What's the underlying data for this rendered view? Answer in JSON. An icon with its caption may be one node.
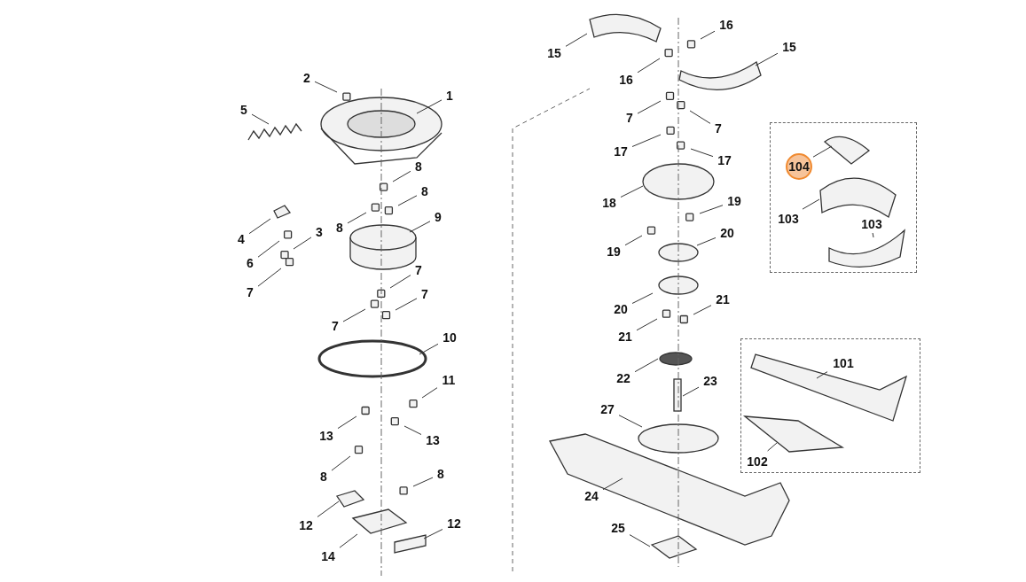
{
  "diagram": {
    "nodes": [
      {
        "text": [
          "1"
        ]
      },
      {
        "text": [
          "2"
        ]
      },
      {
        "text": [
          "5"
        ]
      },
      {
        "text": [
          "8"
        ]
      },
      {
        "text": [
          "8"
        ]
      },
      {
        "text": [
          "9"
        ]
      },
      {
        "text": [
          "8"
        ]
      },
      {
        "text": [
          "4"
        ]
      },
      {
        "text": [
          "3"
        ]
      },
      {
        "text": [
          "6"
        ]
      },
      {
        "text": [
          "7"
        ]
      },
      {
        "text": [
          "7"
        ]
      },
      {
        "text": [
          "7"
        ]
      },
      {
        "text": [
          "7"
        ]
      },
      {
        "text": [
          "10"
        ]
      },
      {
        "text": [
          "11"
        ]
      },
      {
        "text": [
          "13"
        ]
      },
      {
        "text": [
          "13"
        ]
      },
      {
        "text": [
          "8"
        ]
      },
      {
        "text": [
          "8"
        ]
      },
      {
        "text": [
          "12"
        ]
      },
      {
        "text": [
          "14"
        ]
      },
      {
        "text": [
          "12"
        ]
      },
      {
        "text": [
          "15"
        ]
      },
      {
        "text": [
          "16"
        ]
      },
      {
        "text": [
          "16"
        ]
      },
      {
        "text": [
          "15"
        ]
      },
      {
        "text": [
          "7"
        ]
      },
      {
        "text": [
          "7"
        ]
      },
      {
        "text": [
          "17"
        ]
      },
      {
        "text": [
          "17"
        ]
      },
      {
        "text": [
          "18"
        ]
      },
      {
        "text": [
          "19"
        ]
      },
      {
        "text": [
          "19"
        ]
      },
      {
        "text": [
          "20"
        ]
      },
      {
        "text": [
          "20"
        ]
      },
      {
        "text": [
          "21"
        ]
      },
      {
        "text": [
          "21"
        ]
      },
      {
        "text": [
          "22"
        ]
      },
      {
        "text": [
          "23"
        ]
      },
      {
        "text": [
          "27"
        ]
      },
      {
        "text": [
          "24"
        ]
      },
      {
        "text": [
          "25"
        ]
      },
      {
        "text": [],
        "shape": "box"
      },
      {
        "text": [
          "104"
        ],
        "in": 43
      },
      {
        "text": [
          "103"
        ],
        "in": 43
      },
      {
        "text": [
          "103"
        ],
        "in": 43
      },
      {
        "text": [],
        "shape": "box"
      },
      {
        "text": [
          "101"
        ],
        "in": 47
      },
      {
        "text": [
          "102"
        ],
        "in": 47
      }
    ],
    "edges": [
      {
        "from": 0,
        "to": null,
        "arrow": "none"
      },
      {
        "from": 1,
        "to": null,
        "arrow": "none"
      },
      {
        "from": 2,
        "to": null,
        "arrow": "none"
      },
      {
        "from": 3,
        "to": null,
        "arrow": "none"
      },
      {
        "from": 4,
        "to": null,
        "arrow": "none"
      },
      {
        "from": 5,
        "to": null,
        "arrow": "none"
      },
      {
        "from": 6,
        "to": null,
        "arrow": "none"
      },
      {
        "from": 7,
        "to": null,
        "arrow": "none"
      },
      {
        "from": 8,
        "to": null,
        "arrow": "none"
      },
      {
        "from": 9,
        "to": null,
        "arrow": "none"
      },
      {
        "from": 10,
        "to": null,
        "arrow": "none"
      },
      {
        "from": 11,
        "to": null,
        "arrow": "none"
      },
      {
        "from": 12,
        "to": null,
        "arrow": "none"
      },
      {
        "from": 13,
        "to": null,
        "arrow": "none"
      },
      {
        "from": 14,
        "to": null,
        "arrow": "none"
      },
      {
        "from": 15,
        "to": null,
        "arrow": "none"
      },
      {
        "from": 16,
        "to": null,
        "arrow": "none"
      },
      {
        "from": 17,
        "to": null,
        "arrow": "none"
      },
      {
        "from": 18,
        "to": null,
        "arrow": "none"
      },
      {
        "from": 19,
        "to": null,
        "arrow": "none"
      },
      {
        "from": 20,
        "to": null,
        "arrow": "none"
      },
      {
        "from": 21,
        "to": null,
        "arrow": "none"
      },
      {
        "from": 22,
        "to": null,
        "arrow": "none"
      },
      {
        "from": 23,
        "to": null,
        "arrow": "none"
      },
      {
        "from": 24,
        "to": null,
        "arrow": "none"
      },
      {
        "from": 25,
        "to": null,
        "arrow": "none"
      },
      {
        "from": 26,
        "to": null,
        "arrow": "none"
      },
      {
        "from": 27,
        "to": null,
        "arrow": "none"
      },
      {
        "from": 28,
        "to": null,
        "arrow": "none"
      },
      {
        "from": 29,
        "to": null,
        "arrow": "none"
      },
      {
        "from": 30,
        "to": null,
        "arrow": "none"
      },
      {
        "from": 31,
        "to": null,
        "arrow": "none"
      },
      {
        "from": 32,
        "to": null,
        "arrow": "none"
      },
      {
        "from": 33,
        "to": null,
        "arrow": "none"
      },
      {
        "from": 34,
        "to": null,
        "arrow": "none"
      },
      {
        "from": 35,
        "to": null,
        "arrow": "none"
      },
      {
        "from": 36,
        "to": null,
        "arrow": "none"
      },
      {
        "from": 37,
        "to": null,
        "arrow": "none"
      },
      {
        "from": 38,
        "to": null,
        "arrow": "none"
      },
      {
        "from": 39,
        "to": null,
        "arrow": "none"
      },
      {
        "from": 40,
        "to": null,
        "arrow": "none"
      },
      {
        "from": 41,
        "to": null,
        "arrow": "none"
      },
      {
        "from": 42,
        "to": null,
        "arrow": "none"
      },
      {
        "from": 44,
        "to": null,
        "arrow": "none"
      },
      {
        "from": 45,
        "to": null,
        "arrow": "none"
      },
      {
        "from": 46,
        "to": null,
        "arrow": "none"
      },
      {
        "from": 48,
        "to": null,
        "arrow": "none"
      },
      {
        "from": 49,
        "to": null,
        "arrow": "none"
      }
    ]
  }
}
